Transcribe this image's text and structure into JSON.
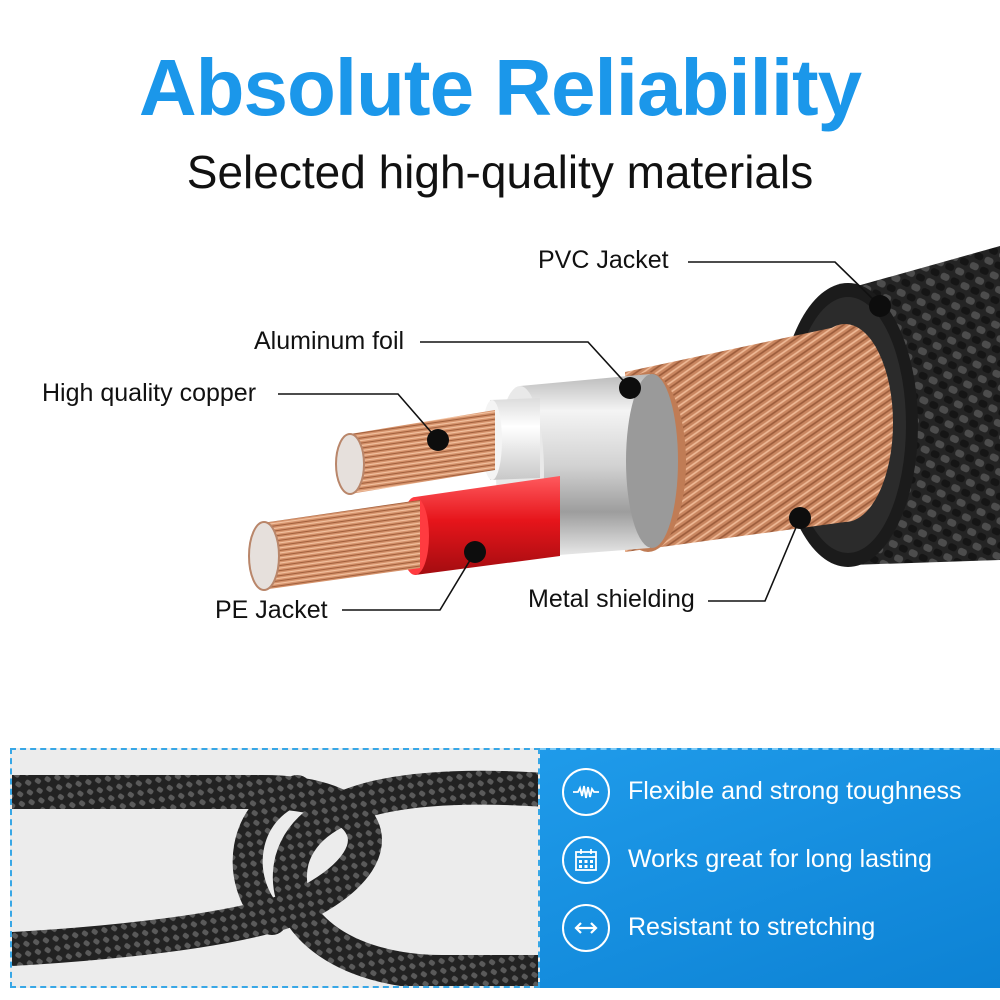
{
  "header": {
    "title": "Absolute Reliability",
    "subtitle": "Selected high-quality materials"
  },
  "colors": {
    "title_blue": "#1b97ea",
    "panel_blue": "#1690e0",
    "copper": "#d08a60",
    "pe_red": "#e6151b",
    "foil_silver": "#c9c9c9",
    "jacket_black": "#1b1b1b"
  },
  "callouts": {
    "pvc_jacket": "PVC Jacket",
    "aluminum_foil": "Aluminum foil",
    "high_quality_copper": "High quality copper",
    "pe_jacket": "PE Jacket",
    "metal_shielding": "Metal shielding"
  },
  "features": [
    {
      "icon": "wave-signal-icon",
      "label": "Flexible and strong toughness"
    },
    {
      "icon": "calendar-icon",
      "label": "Works great for long lasting"
    },
    {
      "icon": "double-arrow-icon",
      "label": "Resistant to stretching"
    }
  ]
}
